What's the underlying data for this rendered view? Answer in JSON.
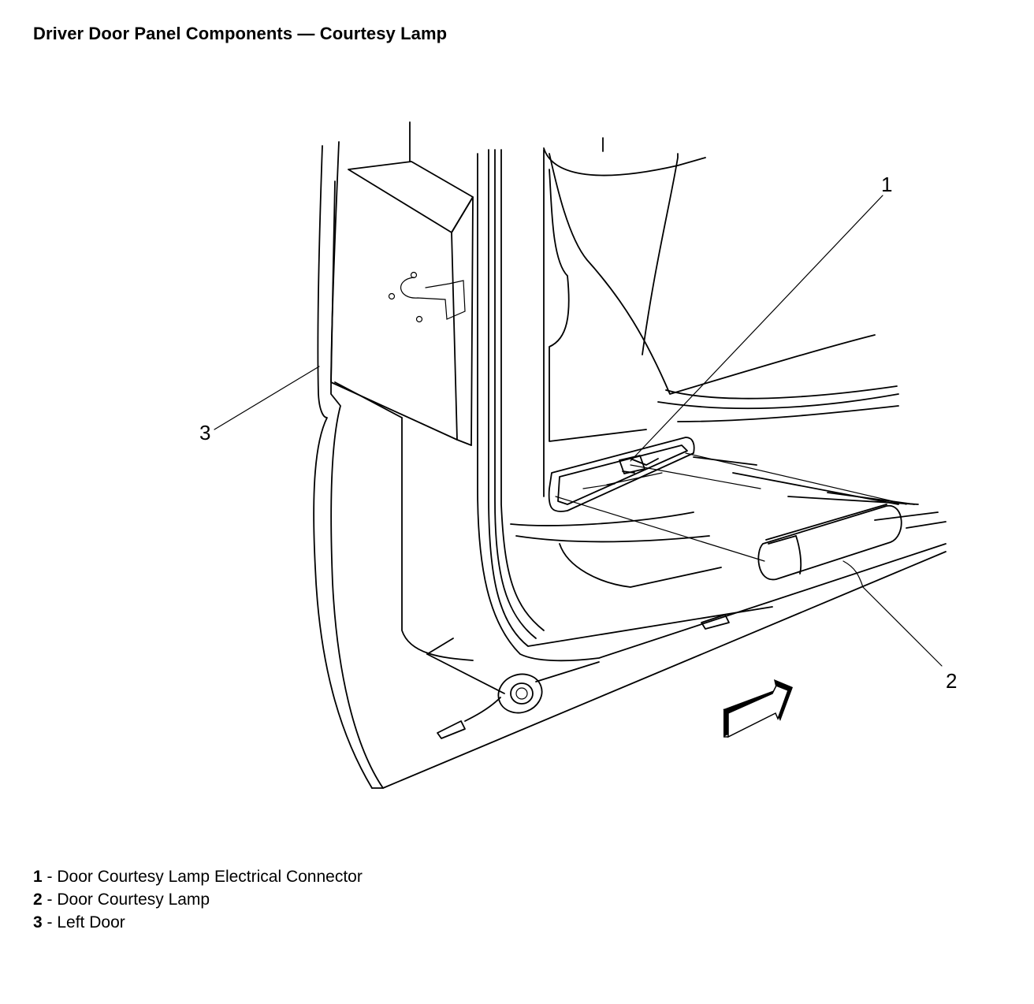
{
  "title": "Driver Door Panel Components — Courtesy Lamp",
  "callouts": [
    {
      "number": "1",
      "label": "Door Courtesy Lamp Electrical Connector"
    },
    {
      "number": "2",
      "label": "Door Courtesy Lamp"
    },
    {
      "number": "3",
      "label": "Left Door"
    }
  ],
  "legend_separator": " - ",
  "colors": {
    "ink": "#000000",
    "background": "#ffffff"
  },
  "icons": [
    "direction-arrow-icon"
  ]
}
